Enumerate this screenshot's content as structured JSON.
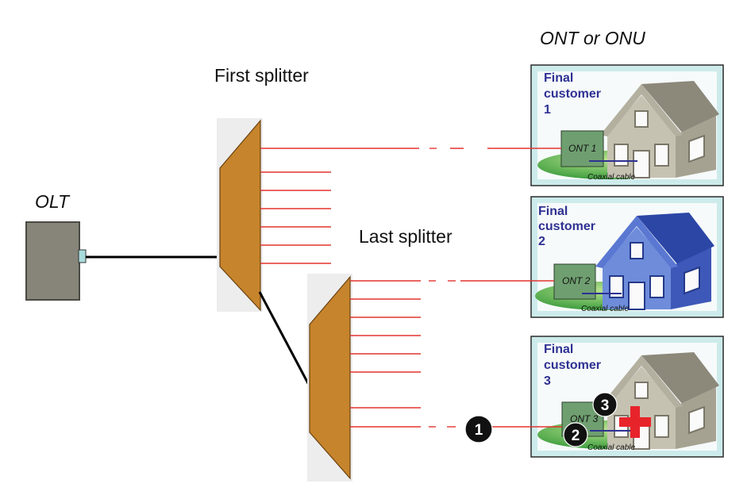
{
  "labels": {
    "ont_or_onu": "ONT or ONU",
    "first_splitter": "First splitter",
    "olt": "OLT",
    "last_splitter": "Last splitter"
  },
  "customers": [
    {
      "title": [
        "Final",
        "customer",
        "1"
      ],
      "ont": "ONT 1",
      "cable": "Coaxial cable",
      "house_colors": {
        "wall": "#C6C2B2",
        "side": "#A6A292",
        "roof": "#8C887A",
        "trim": "#B4B0A0",
        "frame": "#7A7668"
      }
    },
    {
      "title": [
        "Final",
        "customer",
        "2"
      ],
      "ont": "ONT 2",
      "cable": "Coaxial cable",
      "house_colors": {
        "wall": "#6E8CDA",
        "side": "#3D58B8",
        "roof": "#2C46A6",
        "trim": "#5A78D2",
        "frame": "#24398A"
      }
    },
    {
      "title": [
        "Final",
        "customer",
        "3"
      ],
      "ont": "ONT 3",
      "cable": "Coaxial cable",
      "house_colors": {
        "wall": "#C6C2B2",
        "side": "#A6A292",
        "roof": "#8C887A",
        "trim": "#B4B0A0",
        "frame": "#7A7668"
      }
    }
  ],
  "markers": [
    "1",
    "2",
    "3"
  ],
  "colors": {
    "fiber": "#E3342F",
    "splitter": "#C6842C",
    "olt": "#878579",
    "customer_title": "#2E3192",
    "ont": "#6F9F70",
    "coax": "#2E3192",
    "fault_cross": "#E8242B",
    "customer_box": "#CDEBEB",
    "badge": "#111111"
  }
}
